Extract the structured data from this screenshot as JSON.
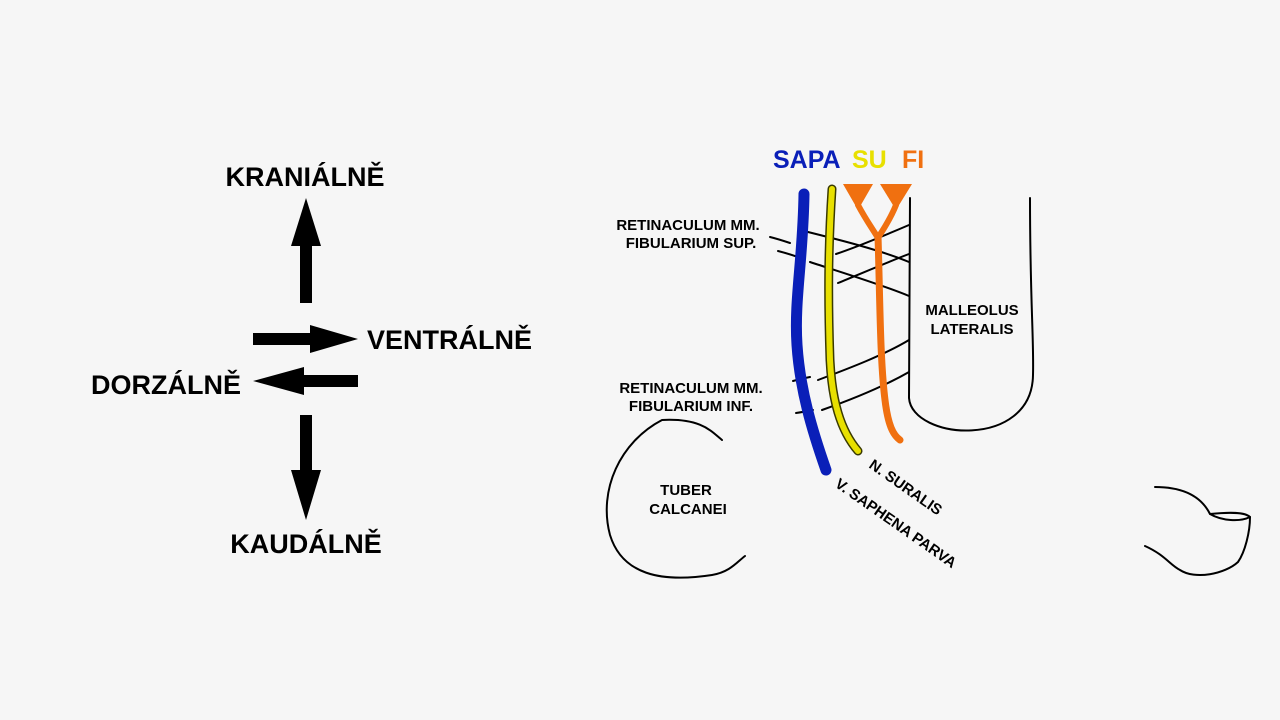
{
  "directions": {
    "cranial": "KRANIÁLNĚ",
    "ventral": "VENTRÁLNĚ",
    "dorsal": "DORZÁLNĚ",
    "caudal": "KAUDÁLNĚ"
  },
  "legend": [
    {
      "abbr": "SAPA",
      "color": "#0a1fb8"
    },
    {
      "abbr": "SU",
      "color": "#e8e000"
    },
    {
      "abbr": "FI",
      "color": "#f07010"
    }
  ],
  "labels": {
    "retinaculum_sup_line1": "RETINACULUM MM.",
    "retinaculum_sup_line2": "FIBULARIUM SUP.",
    "retinaculum_inf_line1": "RETINACULUM MM.",
    "retinaculum_inf_line2": "FIBULARIUM INF.",
    "malleolus_line1": "MALLEOLUS",
    "malleolus_line2": "LATERALIS",
    "tuber_line1": "TUBER",
    "tuber_line2": "CALCANEI",
    "n_suralis": "N. SURALIS",
    "v_saphena": "V. SAPHENA PARVA"
  },
  "colors": {
    "vein": "#0a1fb8",
    "sural_nerve": "#e8e000",
    "fibular_nerve": "#f07010",
    "sural_label": "#c8c8c8",
    "saphena_label": "#0a1fb8"
  }
}
